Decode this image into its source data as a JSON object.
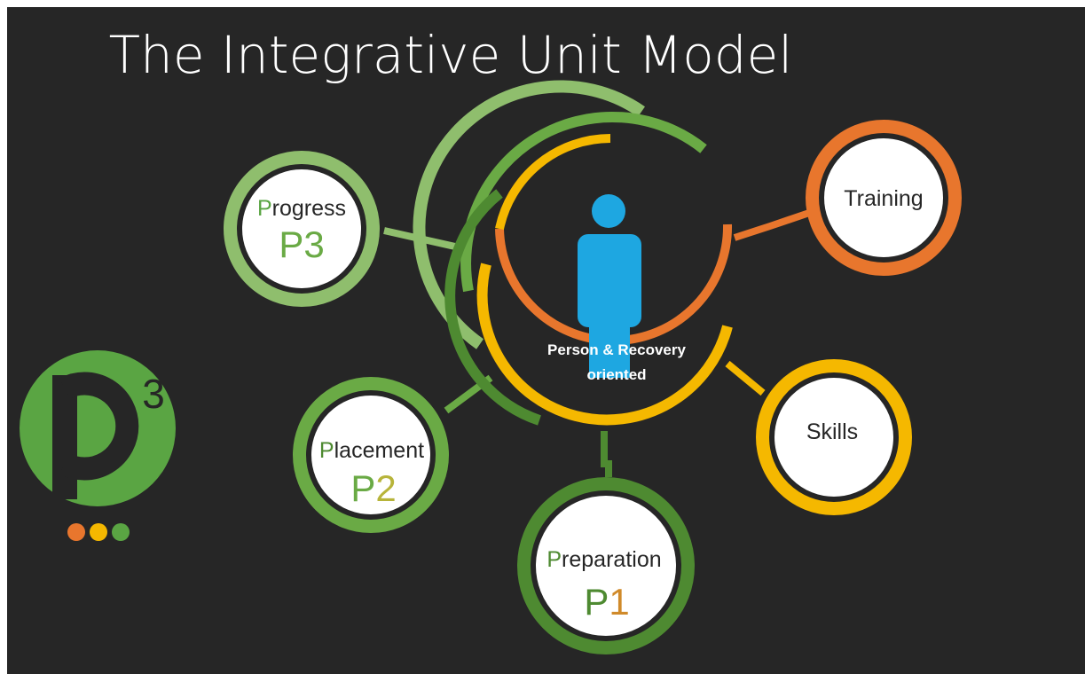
{
  "title": "The Integrative Unit Model",
  "center": {
    "line1": "Person & Recovery",
    "line2": "oriented",
    "icon": "person-icon"
  },
  "nodes": {
    "progress": {
      "initial": "P",
      "rest": "rogress",
      "code_letter": "P",
      "code_num": "3"
    },
    "placement": {
      "initial": "P",
      "rest": "lacement",
      "code_letter": "P",
      "code_num": "2"
    },
    "preparation": {
      "initial": "P",
      "rest": "reparation",
      "code_letter": "P",
      "code_num": "1"
    },
    "training": {
      "label": "Training"
    },
    "skills": {
      "label": "Skills"
    }
  },
  "logo": {
    "letter": "P",
    "superscript": "3",
    "dots": [
      "#e8762d",
      "#f5b800",
      "#5aa543"
    ]
  },
  "colors": {
    "background": "#262626",
    "green_light": "#8fbe6d",
    "green_mid": "#6aaa45",
    "green_dark": "#4e8a31",
    "orange": "#e8762d",
    "yellow": "#f5b800",
    "person": "#1ea7e1"
  }
}
